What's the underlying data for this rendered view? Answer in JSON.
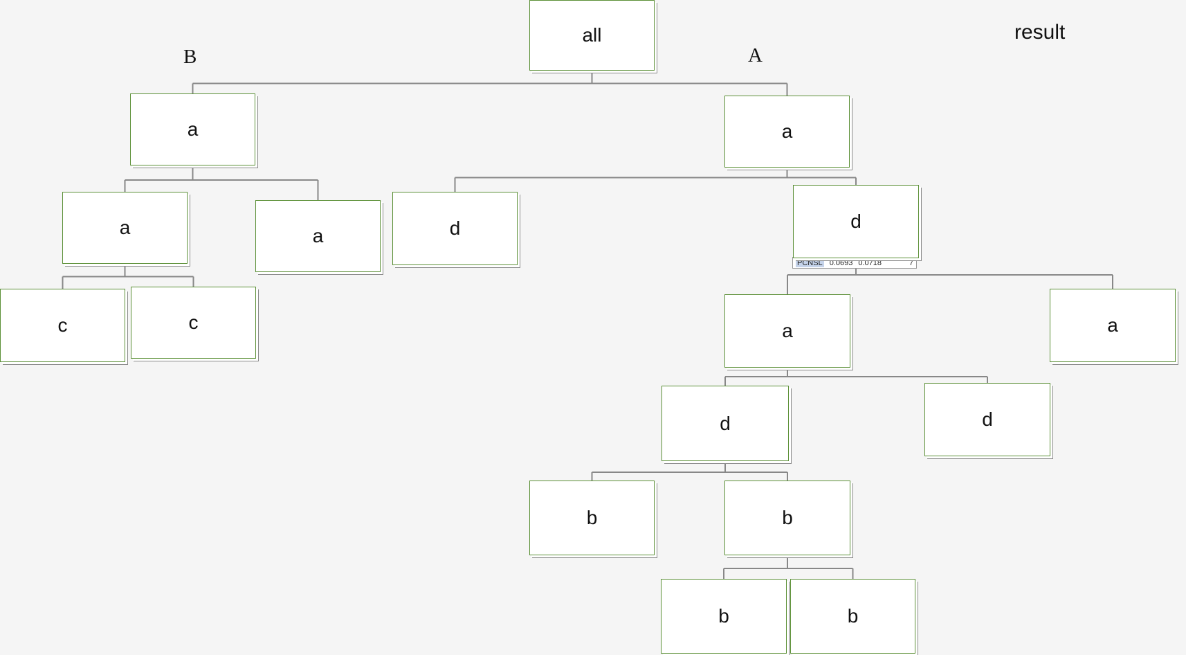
{
  "labels": {
    "left_branch": "B",
    "right_branch": "A",
    "result": "result"
  },
  "nodes": [
    {
      "id": "root",
      "label": "all",
      "parent": null
    },
    {
      "id": "b-a",
      "label": "a",
      "parent": "root"
    },
    {
      "id": "a-a",
      "label": "a",
      "parent": "root"
    },
    {
      "id": "b-a-a",
      "label": "a",
      "parent": "b-a"
    },
    {
      "id": "b-a-a2",
      "label": "a",
      "parent": "b-a"
    },
    {
      "id": "b-c1",
      "label": "c",
      "parent": "b-a-a"
    },
    {
      "id": "b-c2",
      "label": "c",
      "parent": "b-a-a"
    },
    {
      "id": "a-d1",
      "label": "d",
      "parent": "a-a"
    },
    {
      "id": "a-d2",
      "label": "d",
      "parent": "a-a"
    },
    {
      "id": "a-d2-a",
      "label": "a",
      "parent": "a-d2"
    },
    {
      "id": "a-d2-a2",
      "label": "a",
      "parent": "a-d2"
    },
    {
      "id": "a-d3",
      "label": "d",
      "parent": "a-d2-a"
    },
    {
      "id": "a-d4",
      "label": "d",
      "parent": "a-d2-a"
    },
    {
      "id": "a-b1",
      "label": "b",
      "parent": "a-d3"
    },
    {
      "id": "a-b2",
      "label": "b",
      "parent": "a-d3"
    },
    {
      "id": "a-b3",
      "label": "b",
      "parent": "a-b2"
    },
    {
      "id": "a-b4",
      "label": "b",
      "parent": "a-b2"
    }
  ],
  "stat": {
    "tag": "PCNSL",
    "v1": "0.0693",
    "v2": "0.0718",
    "n": "7"
  },
  "colors": {
    "node_border": "#5a8f35",
    "edge": "#888888",
    "background": "#f5f5f5"
  }
}
